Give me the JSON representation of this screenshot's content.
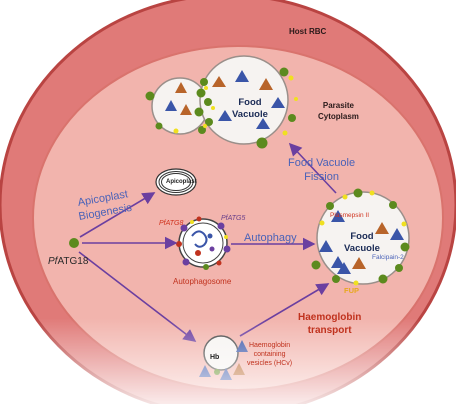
{
  "labels": {
    "host_rbc": "Host RBC",
    "parasite_cytoplasm": [
      "Parasite",
      "Cytoplasm"
    ],
    "food_vacuole_top": [
      "Food",
      "Vacuole"
    ],
    "food_vacuole_fission": [
      "Food Vacuole",
      "Fission"
    ],
    "apicoplast_biogenesis": [
      "Apicoplast",
      "Biogenesis"
    ],
    "apicoplast": "Apicoplast",
    "atg18_prefix": "Pf",
    "atg18_suffix": "ATG18",
    "atg8": "PfATG8",
    "atg5": "PfATG5",
    "autophagy": "Autophagy",
    "autophagosome": "Autophagosome",
    "food_vacuole_right": [
      "Food",
      "Vacuole"
    ],
    "plasmepsin": "Plasmepsin II",
    "falcipain": "Falcipain-2",
    "fup": "FUP",
    "haemoglobin_transport": [
      "Haemoglobin",
      "transport"
    ],
    "hb": "Hb",
    "hcv": [
      "Haemoglobin",
      "containing",
      "vesicles (HCv)"
    ]
  },
  "colors": {
    "rbc_fill": "#e07a78",
    "rbc_edge": "#b94442",
    "parasite_fill": "#f2b4ad",
    "vacuole_fill": "#f6f3f1",
    "arrow": "#6b3fa0",
    "triangle_blue": "#3a55a8",
    "triangle_brown": "#b8642a",
    "green_dot": "#5c8a1e",
    "yellow_dot": "#f0e020",
    "label_blue": "#4a62b8",
    "label_red": "#c0321e"
  },
  "icons": [
    "green-lipid-dot",
    "yellow-marker-dot",
    "blue-triangle",
    "brown-triangle"
  ]
}
